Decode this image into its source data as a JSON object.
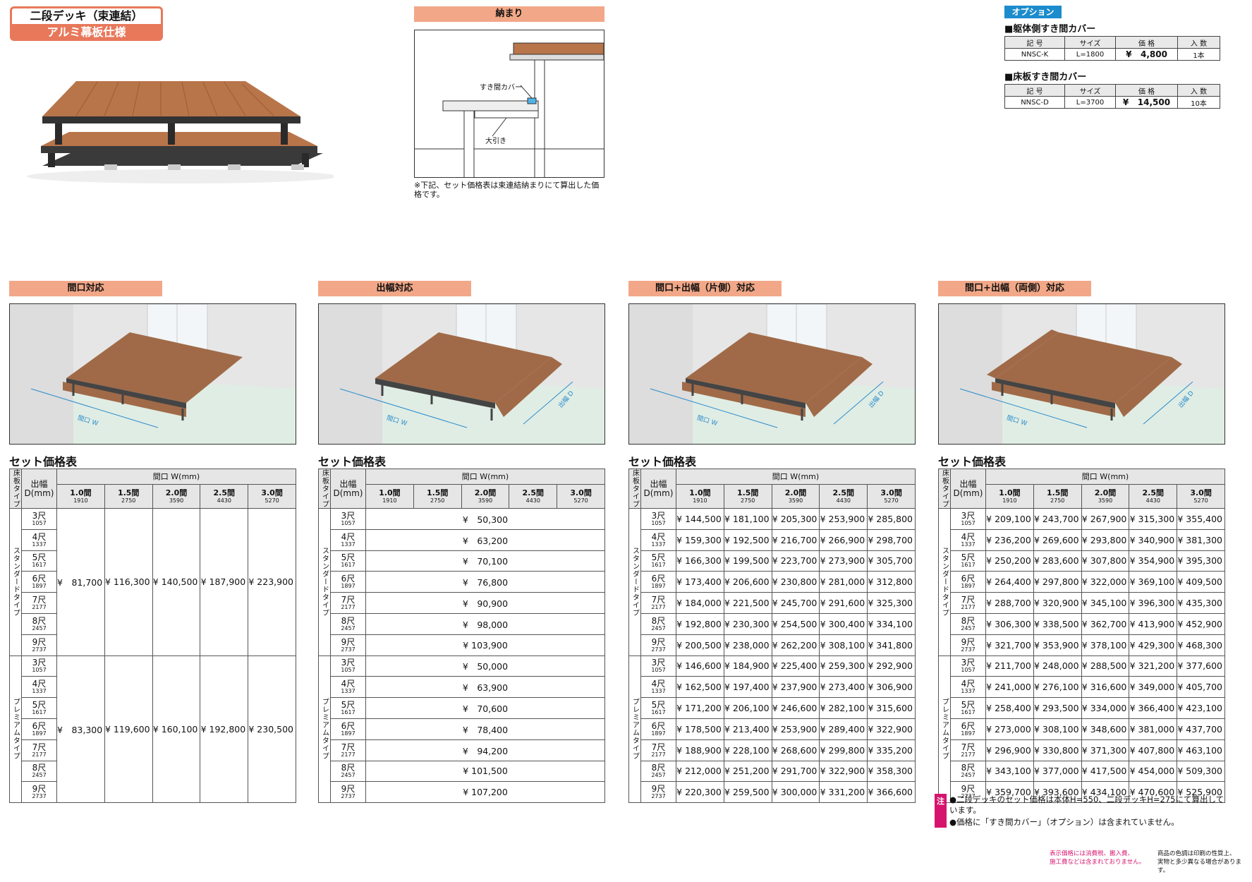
{
  "title": {
    "line1": "二段デッキ（束連結）",
    "line2": "アルミ幕板仕様"
  },
  "detail": {
    "header": "納まり",
    "label_gap": "すき間カバー",
    "label_beam": "大引き",
    "note": "※下記、セット価格表は束連結納まりにて算出した価格です。"
  },
  "option": {
    "badge": "オプション",
    "t1": {
      "title": "■躯体側すき間カバー",
      "headers": [
        "記 号",
        "サイズ",
        "価 格",
        "入 数"
      ],
      "row": [
        "NNSC-K",
        "L=1800",
        "¥",
        "4,800",
        "1本"
      ]
    },
    "t2": {
      "title": "■床板すき間カバー",
      "headers": [
        "記 号",
        "サイズ",
        "価 格",
        "入 数"
      ],
      "row": [
        "NNSC-D",
        "L=3700",
        "¥",
        "14,500",
        "10本"
      ]
    }
  },
  "common": {
    "set_title": "セット価格表",
    "col_type": "床板タイプ",
    "col_depth": "出幅",
    "col_depth_unit": "D(mm)",
    "col_width": "間口 W(mm)",
    "std": "スタンダードタイプ",
    "pre": "プレミアムタイプ",
    "label_w": "間口 W",
    "label_d": "出幅 D",
    "widths": [
      {
        "k": "1.0間",
        "v": "1910"
      },
      {
        "k": "1.5間",
        "v": "2750"
      },
      {
        "k": "2.0間",
        "v": "3590"
      },
      {
        "k": "2.5間",
        "v": "4430"
      },
      {
        "k": "3.0間",
        "v": "5270"
      }
    ],
    "depths": [
      {
        "k": "3尺",
        "v": "1057"
      },
      {
        "k": "4尺",
        "v": "1337"
      },
      {
        "k": "5尺",
        "v": "1617"
      },
      {
        "k": "6尺",
        "v": "1897"
      },
      {
        "k": "7尺",
        "v": "2177"
      },
      {
        "k": "8尺",
        "v": "2457"
      },
      {
        "k": "9尺",
        "v": "2737"
      }
    ]
  },
  "sections": [
    {
      "header": "間口対応",
      "std": [
        "¥　81,700",
        "¥ 116,300",
        "¥ 140,500",
        "¥ 187,900",
        "¥ 223,900"
      ],
      "pre": [
        "¥　83,300",
        "¥ 119,600",
        "¥ 160,100",
        "¥ 192,800",
        "¥ 230,500"
      ]
    },
    {
      "header": "出幅対応",
      "std": [
        "¥　50,300",
        "¥　63,200",
        "¥　70,100",
        "¥　76,800",
        "¥　90,900",
        "¥　98,000",
        "¥ 103,900"
      ],
      "pre": [
        "¥　50,000",
        "¥　63,900",
        "¥　70,600",
        "¥　78,400",
        "¥　94,200",
        "¥ 101,500",
        "¥ 107,200"
      ]
    },
    {
      "header": "間口+出幅（片側）対応",
      "std": [
        [
          "¥ 144,500",
          "¥ 181,100",
          "¥ 205,300",
          "¥ 253,900",
          "¥ 285,800"
        ],
        [
          "¥ 159,300",
          "¥ 192,500",
          "¥ 216,700",
          "¥ 266,900",
          "¥ 298,700"
        ],
        [
          "¥ 166,300",
          "¥ 199,500",
          "¥ 223,700",
          "¥ 273,900",
          "¥ 305,700"
        ],
        [
          "¥ 173,400",
          "¥ 206,600",
          "¥ 230,800",
          "¥ 281,000",
          "¥ 312,800"
        ],
        [
          "¥ 184,000",
          "¥ 221,500",
          "¥ 245,700",
          "¥ 291,600",
          "¥ 325,300"
        ],
        [
          "¥ 192,800",
          "¥ 230,300",
          "¥ 254,500",
          "¥ 300,400",
          "¥ 334,100"
        ],
        [
          "¥ 200,500",
          "¥ 238,000",
          "¥ 262,200",
          "¥ 308,100",
          "¥ 341,800"
        ]
      ],
      "pre": [
        [
          "¥ 146,600",
          "¥ 184,900",
          "¥ 225,400",
          "¥ 259,300",
          "¥ 292,900"
        ],
        [
          "¥ 162,500",
          "¥ 197,400",
          "¥ 237,900",
          "¥ 273,400",
          "¥ 306,900"
        ],
        [
          "¥ 171,200",
          "¥ 206,100",
          "¥ 246,600",
          "¥ 282,100",
          "¥ 315,600"
        ],
        [
          "¥ 178,500",
          "¥ 213,400",
          "¥ 253,900",
          "¥ 289,400",
          "¥ 322,900"
        ],
        [
          "¥ 188,900",
          "¥ 228,100",
          "¥ 268,600",
          "¥ 299,800",
          "¥ 335,200"
        ],
        [
          "¥ 212,000",
          "¥ 251,200",
          "¥ 291,700",
          "¥ 322,900",
          "¥ 358,300"
        ],
        [
          "¥ 220,300",
          "¥ 259,500",
          "¥ 300,000",
          "¥ 331,200",
          "¥ 366,600"
        ]
      ]
    },
    {
      "header": "間口+出幅（両側）対応",
      "std": [
        [
          "¥ 209,100",
          "¥ 243,700",
          "¥ 267,900",
          "¥ 315,300",
          "¥ 355,400"
        ],
        [
          "¥ 236,200",
          "¥ 269,600",
          "¥ 293,800",
          "¥ 340,900",
          "¥ 381,300"
        ],
        [
          "¥ 250,200",
          "¥ 283,600",
          "¥ 307,800",
          "¥ 354,900",
          "¥ 395,300"
        ],
        [
          "¥ 264,400",
          "¥ 297,800",
          "¥ 322,000",
          "¥ 369,100",
          "¥ 409,500"
        ],
        [
          "¥ 288,700",
          "¥ 320,900",
          "¥ 345,100",
          "¥ 396,300",
          "¥ 435,300"
        ],
        [
          "¥ 306,300",
          "¥ 338,500",
          "¥ 362,700",
          "¥ 413,900",
          "¥ 452,900"
        ],
        [
          "¥ 321,700",
          "¥ 353,900",
          "¥ 378,100",
          "¥ 429,300",
          "¥ 468,300"
        ]
      ],
      "pre": [
        [
          "¥ 211,700",
          "¥ 248,000",
          "¥ 288,500",
          "¥ 321,200",
          "¥ 377,600"
        ],
        [
          "¥ 241,000",
          "¥ 276,100",
          "¥ 316,600",
          "¥ 349,000",
          "¥ 405,700"
        ],
        [
          "¥ 258,400",
          "¥ 293,500",
          "¥ 334,000",
          "¥ 366,400",
          "¥ 423,100"
        ],
        [
          "¥ 273,000",
          "¥ 308,100",
          "¥ 348,600",
          "¥ 381,000",
          "¥ 437,700"
        ],
        [
          "¥ 296,900",
          "¥ 330,800",
          "¥ 371,300",
          "¥ 407,800",
          "¥ 463,100"
        ],
        [
          "¥ 343,100",
          "¥ 377,000",
          "¥ 417,500",
          "¥ 454,000",
          "¥ 509,300"
        ],
        [
          "¥ 359,700",
          "¥ 393,600",
          "¥ 434,100",
          "¥ 470,600",
          "¥ 525,900"
        ]
      ]
    }
  ],
  "notes": {
    "badge": "注",
    "n1": "●二段デッキのセット価格は本体H=550、二段デッキH=275にて算出しています。",
    "n2": "●価格に「すき間カバー」（オプション）は含まれていません。"
  },
  "footer": {
    "left1": "表示価格には消費税、搬入費、",
    "left2": "施工費などは含まれておりません。",
    "right1": "商品の色調は印刷の性質上、",
    "right2": "実物と多少異なる場合があります。"
  },
  "colors": {
    "accent": "#f2a888",
    "title": "#e8785a",
    "option": "#1c8ccc",
    "note": "#d6146e",
    "wood": "#b8754a"
  }
}
